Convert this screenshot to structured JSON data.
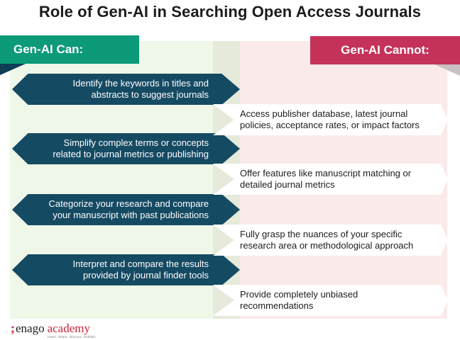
{
  "title": "Role of Gen-AI in Searching Open Access Journals",
  "headers": {
    "can": "Gen-AI Can:",
    "cannot": "Gen-AI Cannot:"
  },
  "can_items": [
    [
      "Identify the keywords in titles and",
      "abstracts to suggest journals"
    ],
    [
      "Simplify complex terms or concepts",
      "related to journal metrics or publishing"
    ],
    [
      "Categorize your research and compare",
      "your manuscript with past publications"
    ],
    [
      "Interpret and compare the results",
      "provided by journal finder tools"
    ]
  ],
  "cannot_items": [
    [
      "Access publisher database, latest journal",
      "policies,  acceptance rates, or impact factors"
    ],
    [
      "Offer features like manuscript matching or",
      "detailed journal metrics"
    ],
    [
      "Fully grasp the nuances of your specific",
      "research area or methodological approach"
    ],
    [
      "Provide completely unbiased",
      "recommendations"
    ]
  ],
  "logo": {
    "mark": ";",
    "brand": "enago",
    "sub": "academy",
    "tagline": "Learn. Share. Discuss. Publish."
  },
  "colors": {
    "can_header": "#0c9a79",
    "cannot_header": "#c4325a",
    "can_item": "#154a63",
    "can_panel": "#eef7e8",
    "cannot_panel": "#fbeaea"
  }
}
